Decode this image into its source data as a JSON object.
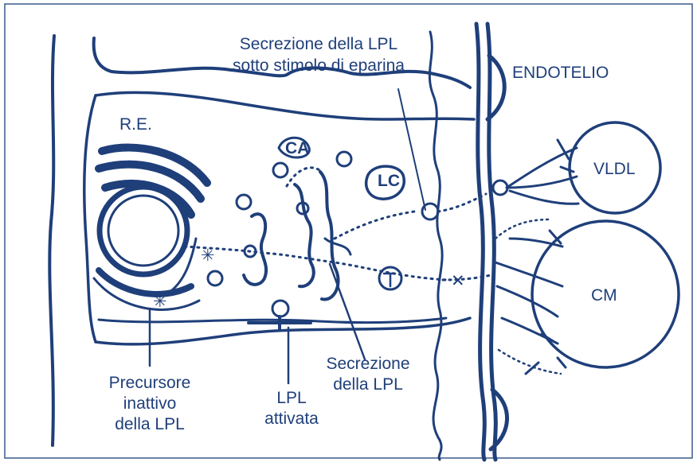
{
  "labels": {
    "re": "R.E.",
    "ca": "CA",
    "lc": "LC",
    "heparin_line1": "Secrezione della LPL",
    "heparin_line2": "sotto stimolo di eparina",
    "endotelio": "ENDOTELIO",
    "vldl": "VLDL",
    "cm": "CM",
    "precursor_line1": "Precursore",
    "precursor_line2": "inattivo",
    "precursor_line3": "della LPL",
    "lpl_line1": "LPL",
    "lpl_line2": "attivata",
    "secretion_line1": "Secrezione",
    "secretion_line2": "della LPL"
  },
  "colors": {
    "ink": "#1f3f7a",
    "border": "#3a5a8c",
    "background": "#ffffff"
  }
}
